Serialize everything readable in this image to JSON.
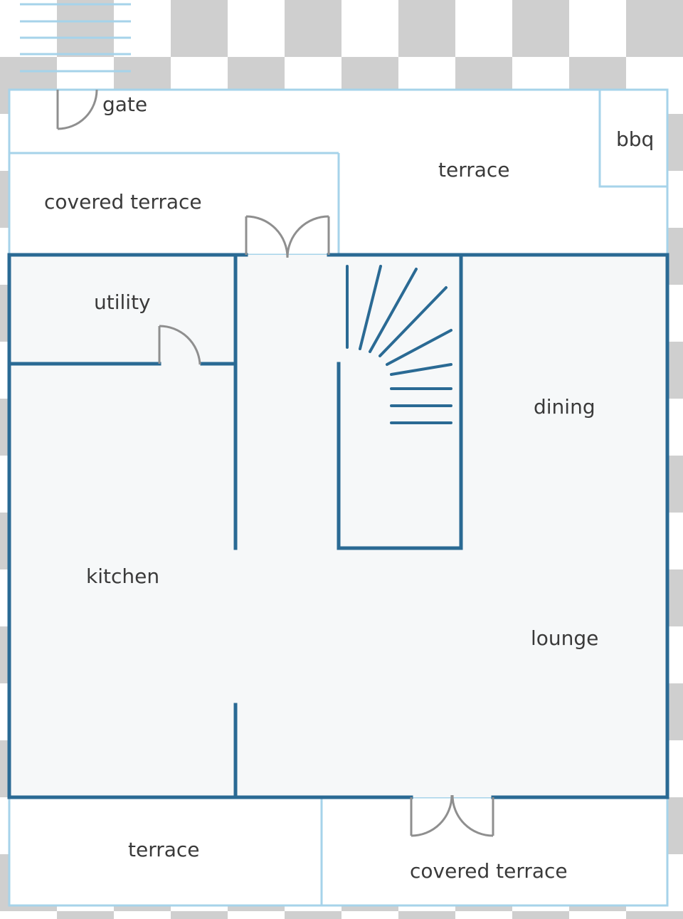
{
  "labels": {
    "gate": "gate",
    "bbq": "bbq",
    "terrace_top": "terrace",
    "covered_terrace_top": "covered terrace",
    "utility": "utility",
    "dining": "dining",
    "kitchen": "kitchen",
    "lounge": "lounge",
    "terrace_bottom": "terrace",
    "covered_terrace_bottom": "covered terrace"
  },
  "colors": {
    "wall": "#2a6a94",
    "outline": "#a6d3ea",
    "door": "#8f8f8f",
    "interior": "#f6f8f9",
    "exterior": "#ffffff",
    "text": "#3a3a3a"
  }
}
